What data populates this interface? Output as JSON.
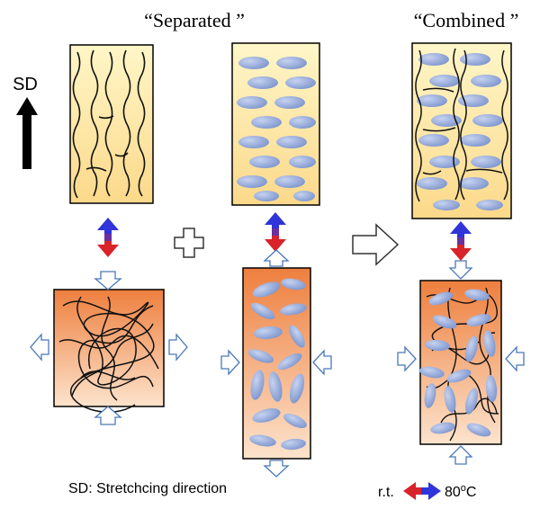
{
  "title_separated": "“Separated ”",
  "title_combined": "“Combined ”",
  "sd_label": "SD",
  "legend_sd": "SD: Stretchcing direction",
  "temp_left": "r.t.",
  "temp_right": "80",
  "temp_sup": "o",
  "temp_unit": "C",
  "colors": {
    "yellow_top": "#fff6c8",
    "yellow_bottom": "#fbd98a",
    "orange_top": "#f08a4b",
    "orange_bottom": "#fce3cc",
    "ellipse": "#8fa6d8",
    "arrow_blue": "#2f35d8",
    "arrow_red": "#d8232a",
    "outline_arrow": "#4a78b8"
  }
}
